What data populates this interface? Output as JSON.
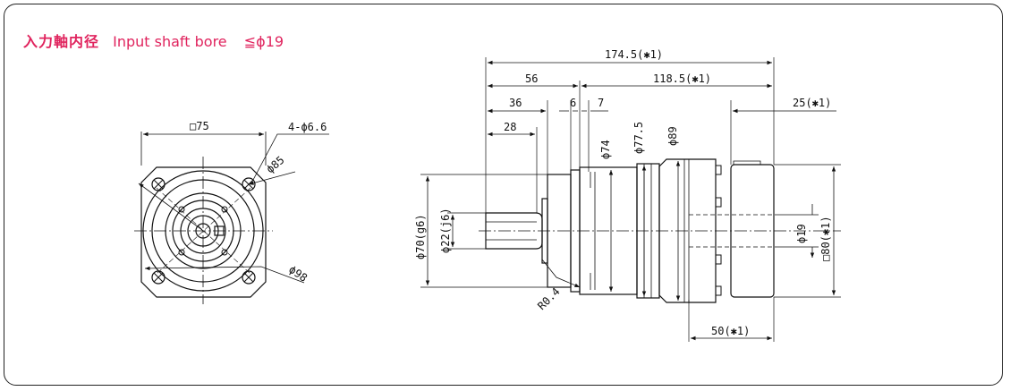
{
  "header": {
    "jp_label": "入力軸内径",
    "en_label": "Input shaft bore",
    "spec": "≦ϕ19",
    "color": "#e0245e"
  },
  "front_view": {
    "dim_square": "□75",
    "dim_holes": "4-ϕ6.6",
    "dim_pcd": "ϕ85",
    "dim_outer": "ϕ98"
  },
  "side_view": {
    "dim_total": "174.5(✱1)",
    "dim_56": "56",
    "dim_118": "118.5(✱1)",
    "dim_36": "36",
    "dim_6": "6",
    "dim_7": "7",
    "dim_25": "25(✱1)",
    "dim_28": "28",
    "dim_74": "ϕ74",
    "dim_775": "ϕ77.5",
    "dim_89": "ϕ89",
    "dim_70": "ϕ70(g6)",
    "dim_22": "ϕ22(j6)",
    "dim_19": "ϕ19",
    "dim_80": "□80(✱1)",
    "dim_r04": "R0.4",
    "dim_50": "50(✱1)"
  }
}
